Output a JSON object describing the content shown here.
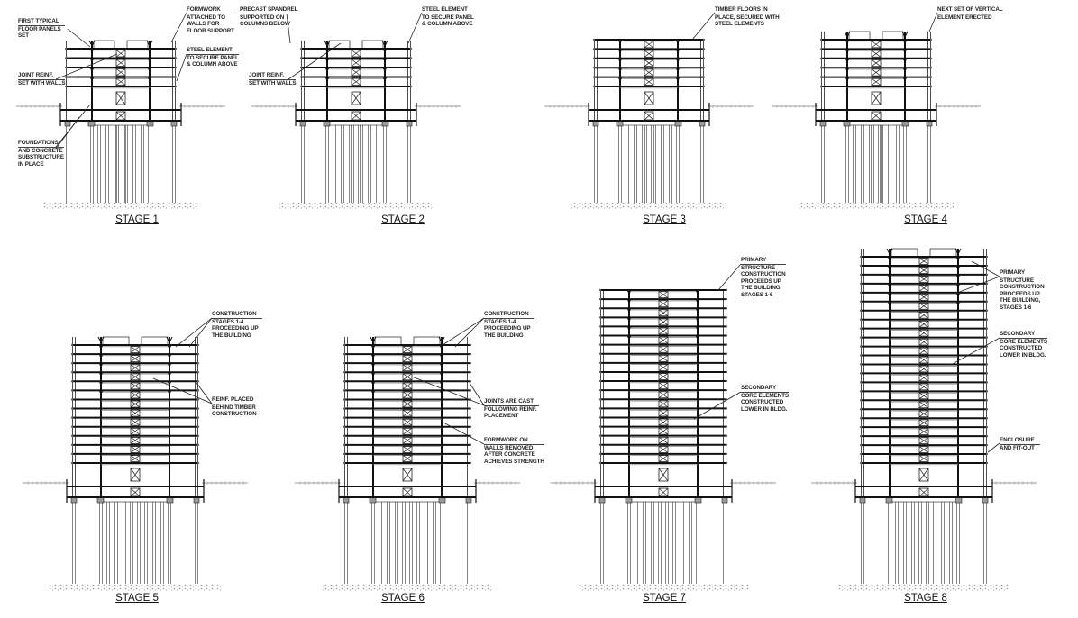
{
  "stages": [
    {
      "label": "STAGE 1",
      "notes": [
        {
          "lines": [
            "FIRST TYPICAL",
            "FLOOR PANELS",
            "SET"
          ]
        },
        {
          "lines": [
            "FORMWORK",
            "ATTACHED TO",
            "WALLS FOR",
            "FLOOR SUPPORT"
          ]
        },
        {
          "lines": [
            "STEEL ELEMENT",
            "TO SECURE PANEL",
            "& COLUMN ABOVE"
          ]
        },
        {
          "lines": [
            "JOINT REINF.",
            "SET WITH WALLS"
          ]
        },
        {
          "lines": [
            "FOUNDATIONS",
            "AND CONCRETE",
            "SUBSTRUCTURE",
            "IN PLACE"
          ]
        }
      ]
    },
    {
      "label": "STAGE 2",
      "notes": [
        {
          "lines": [
            "PRECAST SPANDREL",
            "SUPPORTED ON",
            "COLUMNS BELOW"
          ]
        },
        {
          "lines": [
            "STEEL ELEMENT",
            "TO SECURE PANEL",
            "& COLUMN ABOVE"
          ]
        },
        {
          "lines": [
            "JOINT REINF.",
            "SET WITH WALLS"
          ]
        }
      ]
    },
    {
      "label": "STAGE 3",
      "notes": [
        {
          "lines": [
            "TIMBER FLOORS IN",
            "PLACE, SECURED WITH",
            "STEEL ELEMENTS"
          ]
        }
      ]
    },
    {
      "label": "STAGE 4",
      "notes": [
        {
          "lines": [
            "NEXT SET OF VERTICAL",
            "ELEMENT ERECTED"
          ]
        }
      ]
    },
    {
      "label": "STAGE 5",
      "notes": [
        {
          "lines": [
            "CONSTRUCTION",
            "STAGES 1-4",
            "PROCEEDING UP",
            "THE BUILDING"
          ]
        },
        {
          "lines": [
            "REINF. PLACED",
            "BEHIND TIMBER",
            "CONSTRUCTION"
          ]
        }
      ]
    },
    {
      "label": "STAGE 6",
      "notes": [
        {
          "lines": [
            "CONSTRUCTION",
            "STAGES 1-4",
            "PROCEEDING UP",
            "THE BUILDING"
          ]
        },
        {
          "lines": [
            "JOINTS ARE CAST",
            "FOLLOWING REINF.",
            "PLACEMENT"
          ]
        },
        {
          "lines": [
            "FORMWORK ON",
            "WALLS REMOVED",
            "AFTER CONCRETE",
            "ACHIEVES STRENGTH"
          ]
        }
      ]
    },
    {
      "label": "STAGE 7",
      "notes": [
        {
          "lines": [
            "PRIMARY",
            "STRUCTURE",
            "CONSTRUCTION",
            "PROCEEDS UP",
            "THE BUILDING,",
            "STAGES 1-6"
          ]
        },
        {
          "lines": [
            "SECONDARY",
            "CORE ELEMENTS",
            "CONSTRUCTED",
            "LOWER IN BLDG."
          ]
        }
      ]
    },
    {
      "label": "STAGE 8",
      "notes": [
        {
          "lines": [
            "PRIMARY",
            "STRUCTURE",
            "CONSTRUCTION",
            "PROCEEDS UP",
            "THE BUILDING,",
            "STAGES 1-6"
          ]
        },
        {
          "lines": [
            "SECONDARY",
            "CORE ELEMENTS",
            "CONSTRUCTED",
            "LOWER IN BLDG."
          ]
        },
        {
          "lines": [
            "ENCLOSURE",
            "AND FIT-OUT"
          ]
        }
      ]
    }
  ]
}
